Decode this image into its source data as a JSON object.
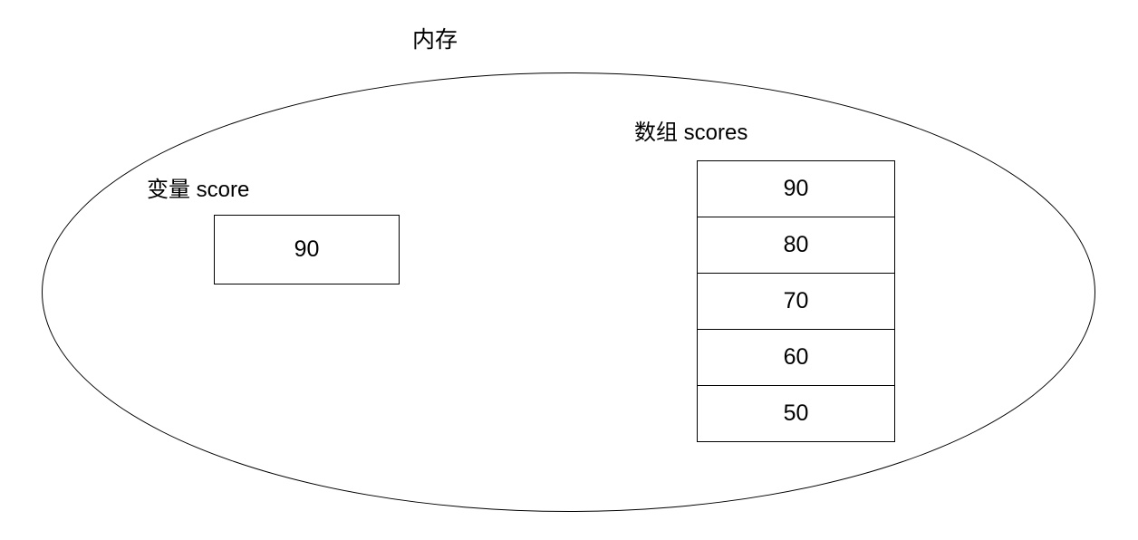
{
  "diagram": {
    "title": "内存",
    "variable": {
      "label": "变量 score",
      "value": "90"
    },
    "array": {
      "label": "数组 scores",
      "cells": [
        "90",
        "80",
        "70",
        "60",
        "50"
      ]
    }
  }
}
